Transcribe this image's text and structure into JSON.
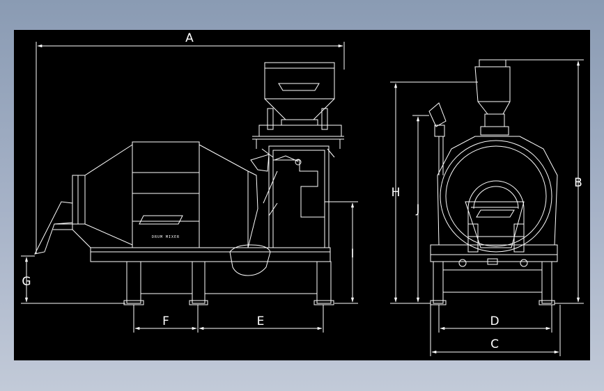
{
  "drawing": {
    "colors": {
      "background": "#000000",
      "lines": "#ffffff",
      "frame_gradient_top": "#8a9bb3",
      "frame_gradient_bottom": "#c2cad8"
    },
    "brand_label": "",
    "drum_label": "DRUM MIXER",
    "dimensions": {
      "A": "A",
      "B": "B",
      "C": "C",
      "D": "D",
      "E": "E",
      "F": "F",
      "G": "G",
      "H": "H",
      "I": "I",
      "J": "J"
    }
  }
}
